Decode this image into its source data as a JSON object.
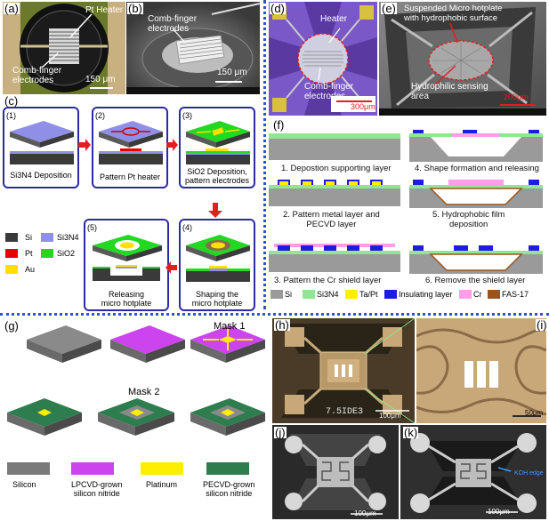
{
  "panels": {
    "a": {
      "label": "(a)",
      "heater": "Pt Heater",
      "electrodes": "Comb-finger\nelectrodes",
      "scale": "150 μm"
    },
    "b": {
      "label": "(b)",
      "electrodes": "Comb-finger\nelectrodes",
      "scale": "150 μm"
    },
    "c": {
      "label": "(c)",
      "steps": [
        {
          "num": "(1)",
          "caption": "Si3N4 Deposition"
        },
        {
          "num": "(2)",
          "caption": "Pattern Pt heater"
        },
        {
          "num": "(3)",
          "caption": "SiO2 Deposition,\npattern electrodes"
        },
        {
          "num": "(4)",
          "caption": "Shaping the\nmicro hotplate"
        },
        {
          "num": "(5)",
          "caption": "Releasing\nmicro hotplate"
        }
      ],
      "legend": [
        {
          "name": "Si",
          "color": "#3a3a3a"
        },
        {
          "name": "Si3N4",
          "color": "#8f8fe8"
        },
        {
          "name": "Pt",
          "color": "#e60000"
        },
        {
          "name": "SiO2",
          "color": "#22d822"
        },
        {
          "name": "Au",
          "color": "#ffe000"
        }
      ]
    },
    "d": {
      "label": "(d)",
      "heater": "Heater",
      "electrodes": "Comb-finger\nelectrodes",
      "scale": "300μm"
    },
    "e": {
      "label": "(e)",
      "top": "Suspended Micro hotplate\nwith hydrophobic surface",
      "bottom": "Hydrophilic sensing\narea",
      "scale": "200μm"
    },
    "f": {
      "label": "(f)",
      "steps": [
        "1. Depostion supporting layer",
        "4. Shape formation and releasing",
        "2. Pattern metal layer and\nPECVD layer",
        "5. Hydrophobic film\ndeposition",
        "3. Pattern the Cr shield layer",
        "6. Remove the shield layer"
      ],
      "legend": [
        {
          "name": "Si",
          "color": "#9a9a9a"
        },
        {
          "name": "Si3N4",
          "color": "#8fe88f"
        },
        {
          "name": "Ta/Pt",
          "color": "#ffee00"
        },
        {
          "name": "Insulating layer",
          "color": "#1d1de0"
        },
        {
          "name": "Cr",
          "color": "#ff9ee8"
        },
        {
          "name": "FAS-17",
          "color": "#9a5420"
        }
      ]
    },
    "g": {
      "label": "(g)",
      "mask1": "Mask 1",
      "mask2": "Mask 2",
      "legend": [
        {
          "name": "Silicon",
          "color": "#7a7a7a"
        },
        {
          "name": "LPCVD-grown\nsilicon nitride",
          "color": "#cc44ee"
        },
        {
          "name": "Platinum",
          "color": "#ffee00"
        },
        {
          "name": "PECVD-grown\nsilicon nitride",
          "color": "#2e7d4f"
        }
      ]
    },
    "h": {
      "label": "(h)",
      "chip_text": "7.5IDE3",
      "scale": "100μm"
    },
    "i": {
      "label": "(i)",
      "scale": "50μm"
    },
    "j": {
      "label": "(j)",
      "scale": "100μm"
    },
    "k": {
      "label": "(k)",
      "note": "KOH edge",
      "scale": "100μm"
    }
  }
}
